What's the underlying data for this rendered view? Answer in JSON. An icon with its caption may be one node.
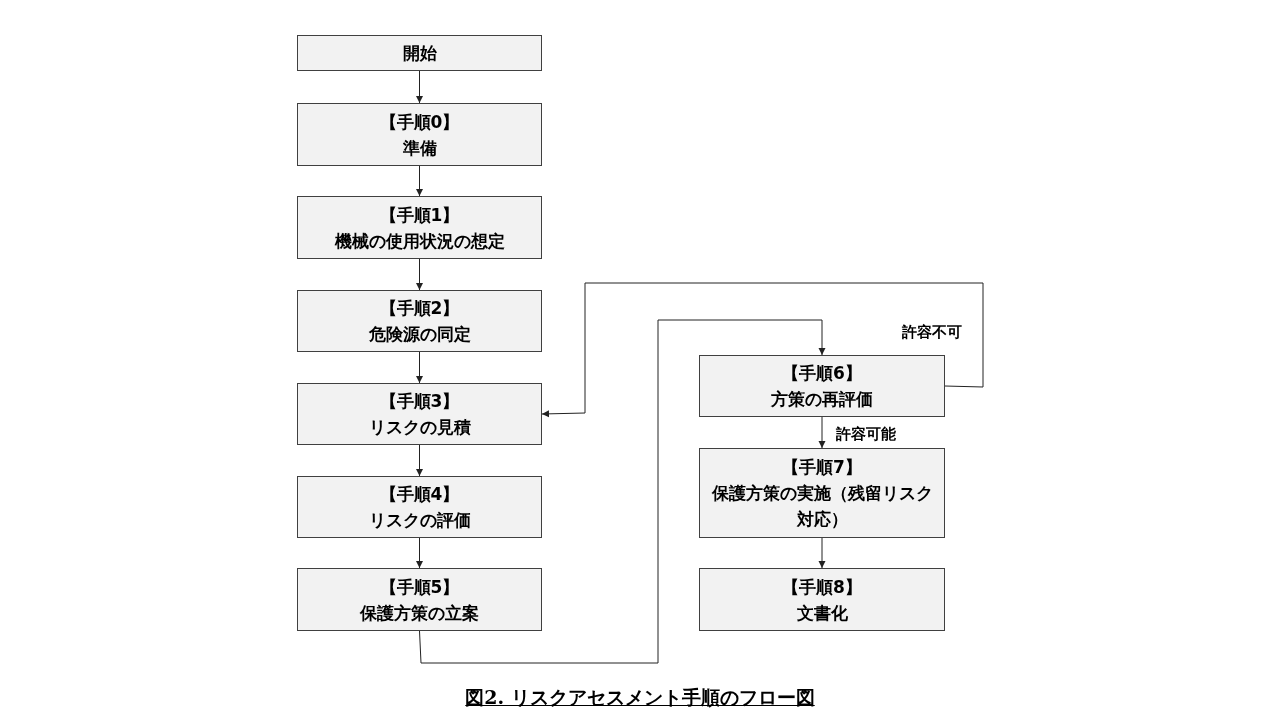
{
  "diagram": {
    "caption": "図2. リスクアセスメント手順のフロー図",
    "nodes": [
      {
        "text": [
          "開始"
        ]
      },
      {
        "text": [
          "【手順0】",
          "準備"
        ]
      },
      {
        "text": [
          "【手順1】",
          "機械の使用状況の想定"
        ]
      },
      {
        "text": [
          "【手順2】",
          "危険源の同定"
        ]
      },
      {
        "text": [
          "【手順3】",
          "リスクの見積"
        ]
      },
      {
        "text": [
          "【手順4】",
          "リスクの評価"
        ]
      },
      {
        "text": [
          "【手順5】",
          "保護方策の立案"
        ]
      },
      {
        "text": [
          "【手順6】",
          "方策の再評価"
        ]
      },
      {
        "text": [
          "【手順7】",
          "保護方策の実施（残留リスク対応）"
        ]
      },
      {
        "text": [
          "【手順8】",
          "文書化"
        ]
      }
    ],
    "edges": [
      {
        "from": 0,
        "to": 1,
        "arrow": "to"
      },
      {
        "from": 1,
        "to": 2,
        "arrow": "to"
      },
      {
        "from": 2,
        "to": 3,
        "arrow": "to"
      },
      {
        "from": 3,
        "to": 4,
        "arrow": "to"
      },
      {
        "from": 4,
        "to": 5,
        "arrow": "to"
      },
      {
        "from": 5,
        "to": 6,
        "arrow": "to"
      },
      {
        "from": 6,
        "to": 7,
        "arrow": "to"
      },
      {
        "from": 7,
        "to": 4,
        "arrow": "to",
        "label": "許容不可"
      },
      {
        "from": 7,
        "to": 8,
        "arrow": "to",
        "label": "許容可能"
      },
      {
        "from": 8,
        "to": 9,
        "arrow": "to"
      }
    ]
  }
}
